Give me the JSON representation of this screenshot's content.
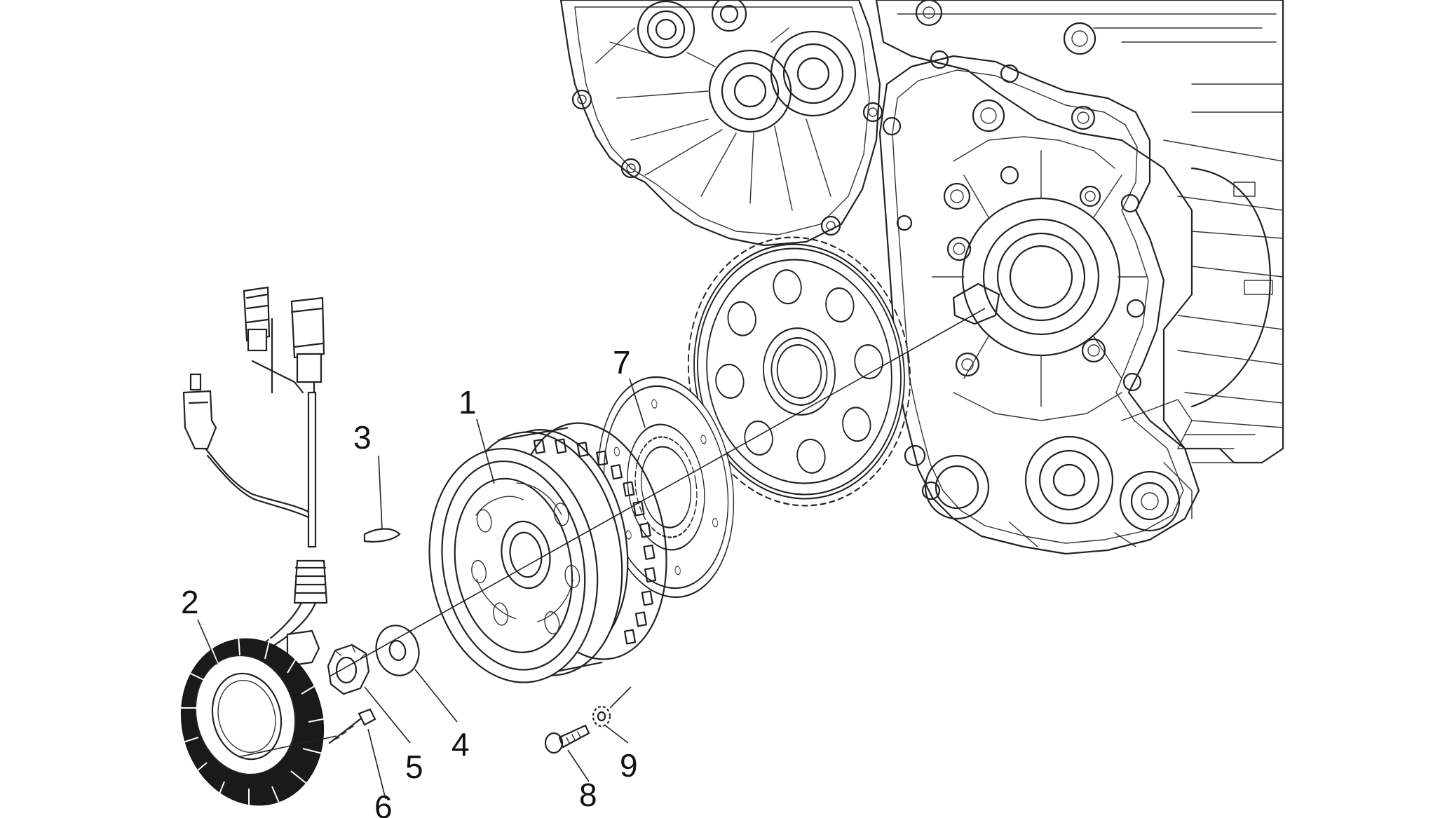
{
  "callouts": [
    {
      "id": "1",
      "label": "1"
    },
    {
      "id": "2",
      "label": "2"
    },
    {
      "id": "3",
      "label": "3"
    },
    {
      "id": "4",
      "label": "4"
    },
    {
      "id": "5",
      "label": "5"
    },
    {
      "id": "6",
      "label": "6"
    },
    {
      "id": "7",
      "label": "7"
    },
    {
      "id": "8",
      "label": "8"
    },
    {
      "id": "9",
      "label": "9"
    }
  ],
  "colors": {
    "line": "#222222",
    "background": "#ffffff",
    "stator_fill": "#1a1a1a"
  }
}
